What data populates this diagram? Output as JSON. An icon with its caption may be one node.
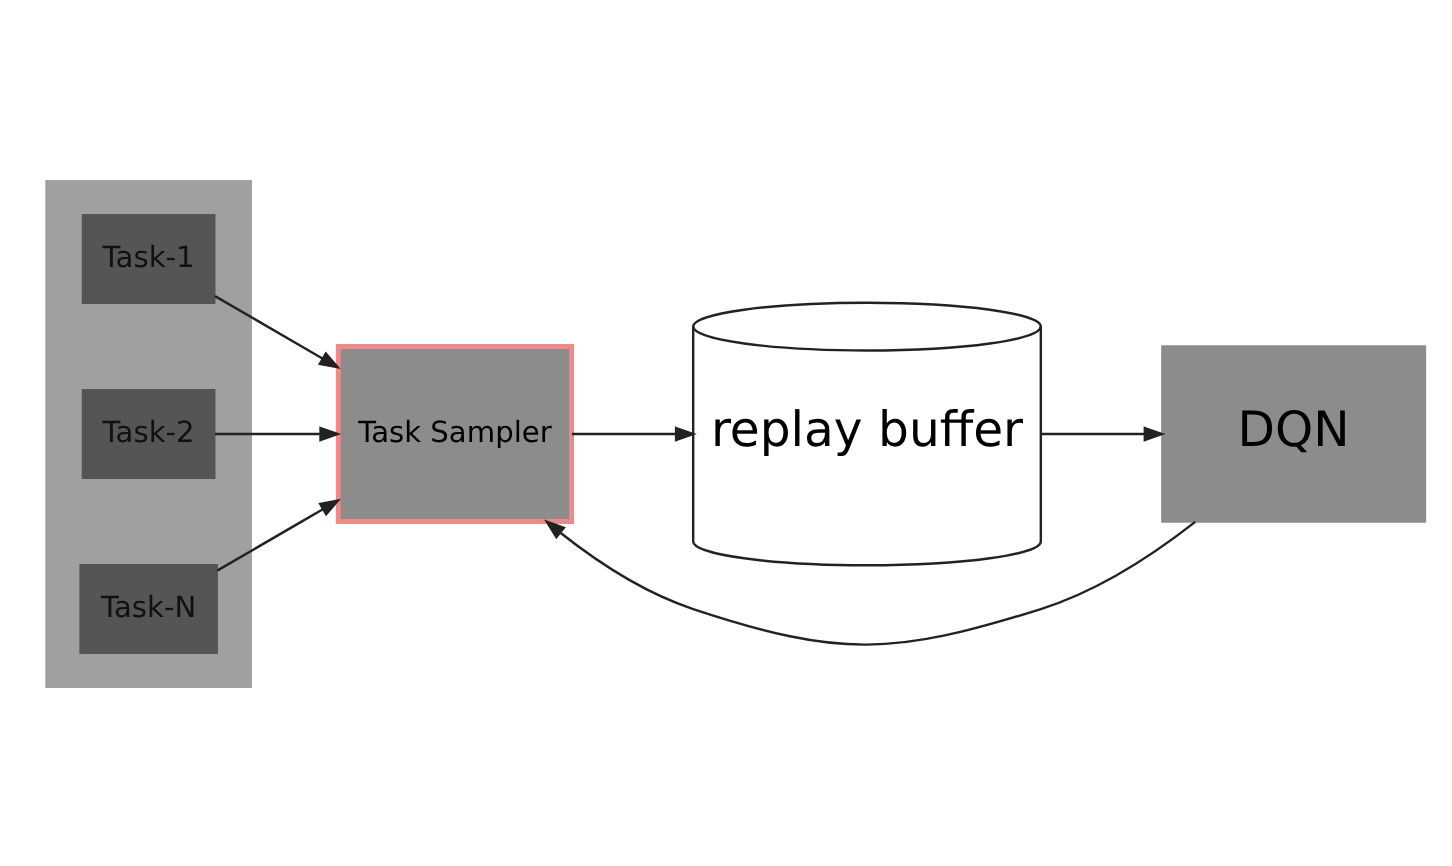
{
  "diagram": {
    "nodes": [
      {
        "text": [],
        "shape": "box"
      },
      {
        "text": [
          "Task-1"
        ],
        "in": 0
      },
      {
        "text": [
          "Task-2"
        ],
        "in": 0
      },
      {
        "text": [
          "Task-N"
        ],
        "in": 0
      },
      {
        "text": [
          "Task Sampler"
        ]
      },
      {
        "text": [
          "replay buffer"
        ]
      },
      {
        "text": [
          "DQN"
        ]
      }
    ],
    "edges": [
      {
        "from": 1,
        "to": 4,
        "arrow": "to"
      },
      {
        "from": 2,
        "to": 4,
        "arrow": "to"
      },
      {
        "from": 3,
        "to": 4,
        "arrow": "to"
      },
      {
        "from": 4,
        "to": 5,
        "arrow": "to"
      },
      {
        "from": 5,
        "to": 6,
        "arrow": "to"
      },
      {
        "from": 6,
        "to": 4,
        "arrow": "to"
      }
    ]
  }
}
